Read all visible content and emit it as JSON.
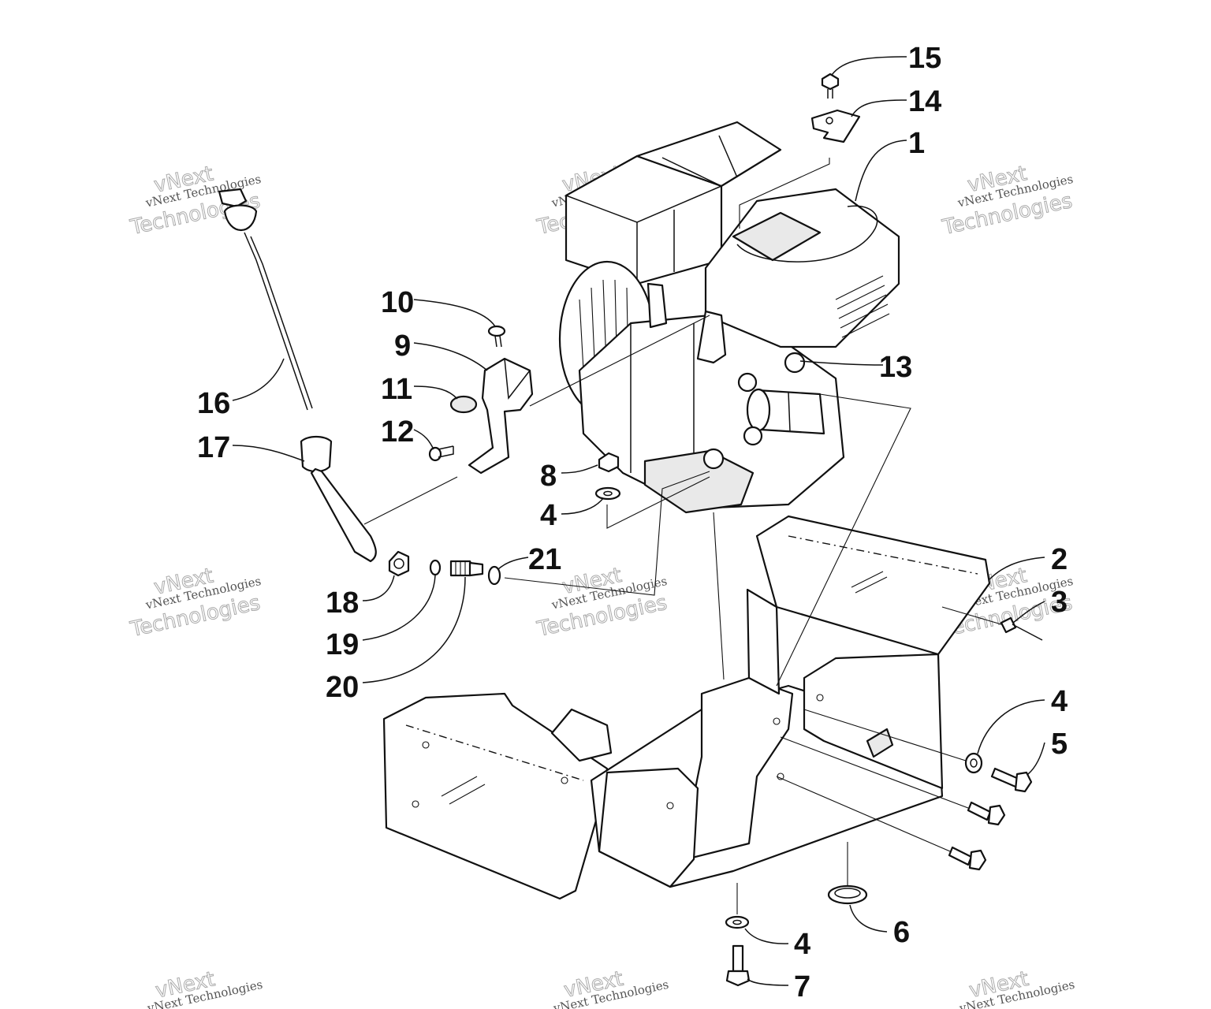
{
  "watermark": {
    "line1": "vNext Technologies",
    "line2": "vNext",
    "line3": "Technologies"
  },
  "callouts": [
    {
      "id": "c15",
      "label": "15"
    },
    {
      "id": "c14",
      "label": "14"
    },
    {
      "id": "c1",
      "label": "1"
    },
    {
      "id": "c10",
      "label": "10"
    },
    {
      "id": "c9",
      "label": "9"
    },
    {
      "id": "c11",
      "label": "11"
    },
    {
      "id": "c12",
      "label": "12"
    },
    {
      "id": "c13",
      "label": "13"
    },
    {
      "id": "c16",
      "label": "16"
    },
    {
      "id": "c17",
      "label": "17"
    },
    {
      "id": "c8",
      "label": "8"
    },
    {
      "id": "c4a",
      "label": "4"
    },
    {
      "id": "c21",
      "label": "21"
    },
    {
      "id": "c18",
      "label": "18"
    },
    {
      "id": "c19",
      "label": "19"
    },
    {
      "id": "c20",
      "label": "20"
    },
    {
      "id": "c2",
      "label": "2"
    },
    {
      "id": "c3",
      "label": "3"
    },
    {
      "id": "c4b",
      "label": "4"
    },
    {
      "id": "c5",
      "label": "5"
    },
    {
      "id": "c6",
      "label": "6"
    },
    {
      "id": "c4c",
      "label": "4"
    },
    {
      "id": "c7",
      "label": "7"
    }
  ]
}
